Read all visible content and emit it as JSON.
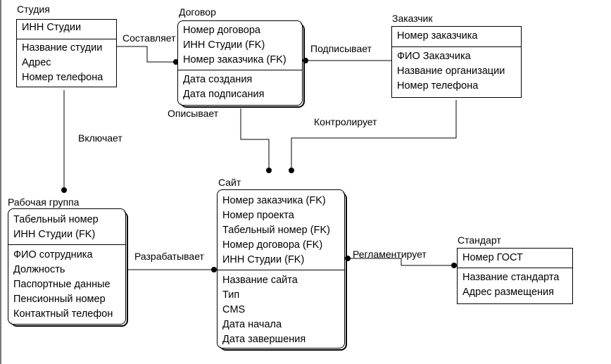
{
  "entities": {
    "studio": {
      "name": "Студия",
      "keys": [
        "ИНН Студии"
      ],
      "attrs": [
        "Название студии",
        "Адрес",
        "Номер телефона"
      ]
    },
    "contract": {
      "name": "Договор",
      "keys": [
        "Номер договора",
        "ИНН Студии (FK)",
        "Номер заказчика (FK)"
      ],
      "attrs": [
        "Дата создания",
        "Дата подписания"
      ]
    },
    "customer": {
      "name": "Заказчик",
      "keys": [
        "Номер заказчика"
      ],
      "attrs": [
        "ФИО Заказчика",
        "Название организации",
        "Номер телефона"
      ]
    },
    "workgroup": {
      "name": "Рабочая группа",
      "keys": [
        "Табельный номер",
        "ИНН Студии (FK)"
      ],
      "attrs": [
        "ФИО сотрудника",
        "Должность",
        "Паспортные данные",
        "Пенсионный номер",
        "Контактный телефон"
      ]
    },
    "site": {
      "name": "Сайт",
      "keys": [
        "Номер заказчика (FK)",
        "Номер проекта",
        "Табельный номер (FK)",
        "Номер договора (FK)",
        "ИНН Студии (FK)"
      ],
      "attrs": [
        "Название сайта",
        "Тип",
        "CMS",
        "Дата начала",
        "Дата завершения"
      ]
    },
    "standard": {
      "name": "Стандарт",
      "keys": [
        "Номер ГОСТ"
      ],
      "attrs": [
        "Название стандарта",
        "Адрес размещения"
      ]
    }
  },
  "relationships": {
    "composes": "Составляет",
    "signs": "Подписывает",
    "includes": "Включает",
    "describes": "Описывает",
    "controls": "Контролирует",
    "develops": "Разрабатывает",
    "regulates": "Регламентирует"
  }
}
